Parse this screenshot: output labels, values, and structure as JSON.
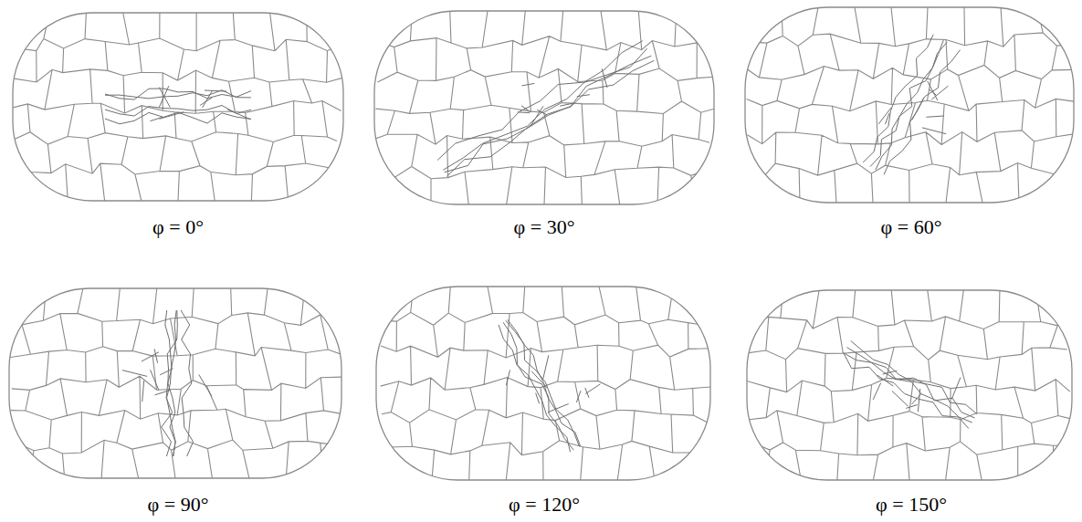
{
  "diagram": {
    "labels": [
      "φ = 0°",
      "φ = 30°",
      "φ = 60°",
      "φ = 90°",
      "φ = 120°",
      "φ = 150°"
    ]
  }
}
